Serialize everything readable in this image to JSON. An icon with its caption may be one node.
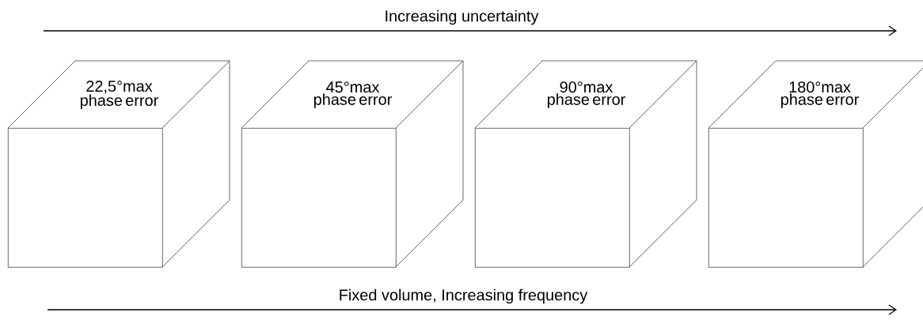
{
  "diagram": {
    "nodes": [
      {
        "text": [
          "22,5°max phase error"
        ]
      },
      {
        "text": [
          "45°max phase error"
        ]
      },
      {
        "text": [
          "90°max phase error"
        ]
      },
      {
        "text": [
          "180°max phase error"
        ]
      }
    ],
    "labels": [
      "Increasing uncertainty",
      "Fixed volume, Increasing frequency"
    ]
  }
}
